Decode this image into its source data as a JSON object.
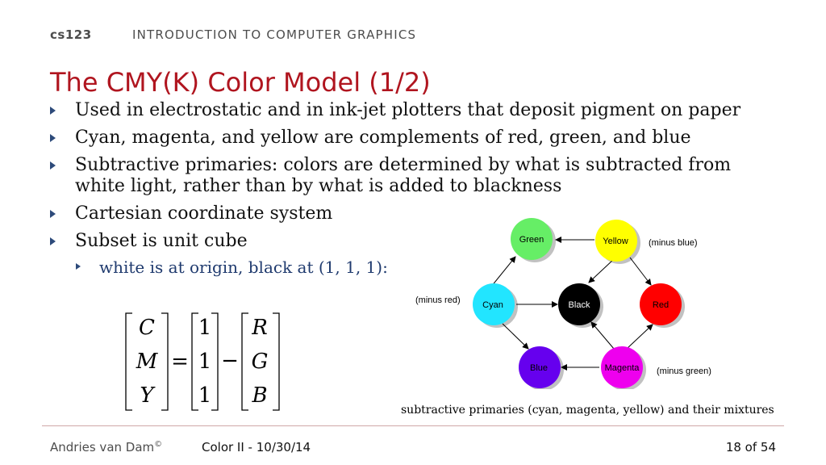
{
  "header": {
    "course": "cs123",
    "subject": "INTRODUCTION TO COMPUTER GRAPHICS"
  },
  "title": "The CMY(K) Color Model (1/2)",
  "bullets": [
    "Used in electrostatic and in ink-jet plotters that deposit pigment on paper",
    "Cyan, magenta, and yellow are complements of red, green, and blue",
    "Subtractive primaries: colors are determined by what is subtracted from white light, rather than by what is added to blackness",
    "Cartesian coordinate system",
    "Subset is unit cube"
  ],
  "sub_bullet": "white is at origin, black at (1, 1, 1):",
  "equation": {
    "left": [
      "C",
      "M",
      "Y"
    ],
    "ones": [
      "1",
      "1",
      "1"
    ],
    "right": [
      "R",
      "G",
      "B"
    ],
    "equals": "=",
    "minus": "−"
  },
  "diagram": {
    "nodes": {
      "green": {
        "label": "Green",
        "color": "#66ee66"
      },
      "yellow": {
        "label": "Yellow",
        "color": "#ffff00"
      },
      "cyan": {
        "label": "Cyan",
        "color": "#22e5ff"
      },
      "black": {
        "label": "Black",
        "color": "#000000"
      },
      "red": {
        "label": "Red",
        "color": "#ff0000"
      },
      "blue": {
        "label": "Blue",
        "color": "#6600ee"
      },
      "magenta": {
        "label": "Magenta",
        "color": "#ee00ee"
      }
    },
    "notes": {
      "yellow": "(minus blue)",
      "cyan": "(minus red)",
      "magenta": "(minus green)"
    },
    "caption": "subtractive primaries (cyan, magenta, yellow) and their mixtures"
  },
  "footer": {
    "author": "Andries van Dam",
    "copyright_mark": "©",
    "center": "Color II - 10/30/14",
    "page": "18 of 54"
  }
}
